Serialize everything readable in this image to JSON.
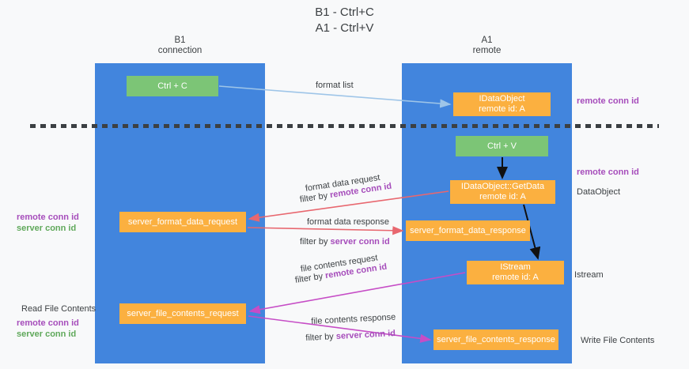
{
  "title": "B1 - Ctrl+C\nA1 - Ctrl+V",
  "lanes": [
    {
      "id": "b1",
      "heading": "B1\nconnection"
    },
    {
      "id": "a1",
      "heading": "A1\nremote"
    }
  ],
  "nodes": [
    {
      "id": "ctrl-c",
      "label": "Ctrl + C",
      "color": "#7cc576"
    },
    {
      "id": "idataobject",
      "label": "IDataObject\nremote id: A",
      "color": "#fbb040"
    },
    {
      "id": "ctrl-v",
      "label": "Ctrl + V",
      "color": "#7cc576"
    },
    {
      "id": "getdata",
      "label": "IDataObject::GetData\nremote id: A",
      "color": "#fbb040"
    },
    {
      "id": "server-format-data-request",
      "label": "server_format_data_request",
      "color": "#fbb040"
    },
    {
      "id": "server-format-data-response",
      "label": "server_format_data_response",
      "color": "#fbb040"
    },
    {
      "id": "istream",
      "label": "IStream\nremote id: A",
      "color": "#fbb040"
    },
    {
      "id": "server-file-contents-request",
      "label": "server_file_contents_request",
      "color": "#fbb040"
    },
    {
      "id": "server-file-contents-response",
      "label": "server_file_contents_response",
      "color": "#fbb040"
    }
  ],
  "edge_labels": {
    "format_list": "format list",
    "format_data_request": "format data request",
    "format_data_request_filter_prefix": "filter by ",
    "format_data_request_filter_value": "remote conn id",
    "format_data_response": "format data response",
    "format_data_response_filter_prefix": "filter by ",
    "format_data_response_filter_value": "server conn id",
    "file_contents_request": "file contents request",
    "file_contents_request_filter_prefix": "filter by ",
    "file_contents_request_filter_value": "remote conn id",
    "file_contents_response": "file contents response",
    "file_contents_response_filter_prefix": "filter by ",
    "file_contents_response_filter_value": "server conn id"
  },
  "side_labels": {
    "remote_conn_id_top": "remote conn id",
    "remote_conn_id_mid": "remote conn id",
    "dataobject": "DataObject",
    "istream": "Istream",
    "write_file_contents": "Write File Contents",
    "read_file_contents": "Read File Contents",
    "left_remote_conn_id_1": "remote conn id",
    "left_server_conn_id_1": "server conn id",
    "left_remote_conn_id_2": "remote conn id",
    "left_server_conn_id_2": "server conn id"
  },
  "colors": {
    "lane": "#4285dd",
    "green_node": "#7cc576",
    "orange_node": "#fbb040",
    "purple_text": "#a64dbb",
    "green_text": "#5fa85a",
    "arrow_blue": "#9ec5e8",
    "arrow_red": "#e8676f",
    "arrow_magenta": "#c64dc6",
    "arrow_black": "#111111",
    "divider": "#3c4043",
    "background": "#f8f9fa"
  }
}
